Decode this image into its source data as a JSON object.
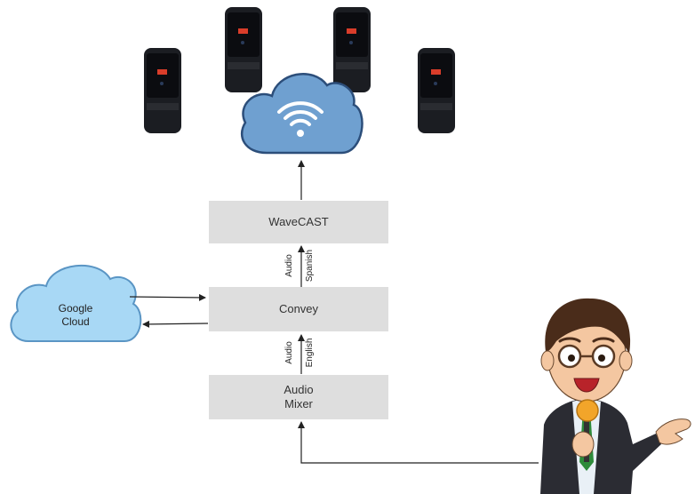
{
  "diagram": {
    "nodes": {
      "wavecast": {
        "label": "WaveCAST"
      },
      "convey": {
        "label": "Convey"
      },
      "mixer": {
        "line1": "Audio",
        "line2": "Mixer"
      },
      "google": {
        "line1": "Google",
        "line2": "Cloud"
      }
    },
    "edge_labels": {
      "mixer_to_convey": {
        "left": "Audio",
        "right": "English"
      },
      "convey_to_wavecast": {
        "left": "Audio",
        "right": "Spanish"
      }
    },
    "devices": {
      "count": 4,
      "icon": "wearable-band-icon"
    },
    "icons": [
      "wifi-cloud-icon",
      "presenter-with-microphone-icon",
      "wearable-band-icon"
    ],
    "colors": {
      "box_fill": "#dedede",
      "wifi_cloud": "#6fa0d0",
      "google_cloud": "#a8d8f5",
      "arrow": "#222222"
    }
  }
}
